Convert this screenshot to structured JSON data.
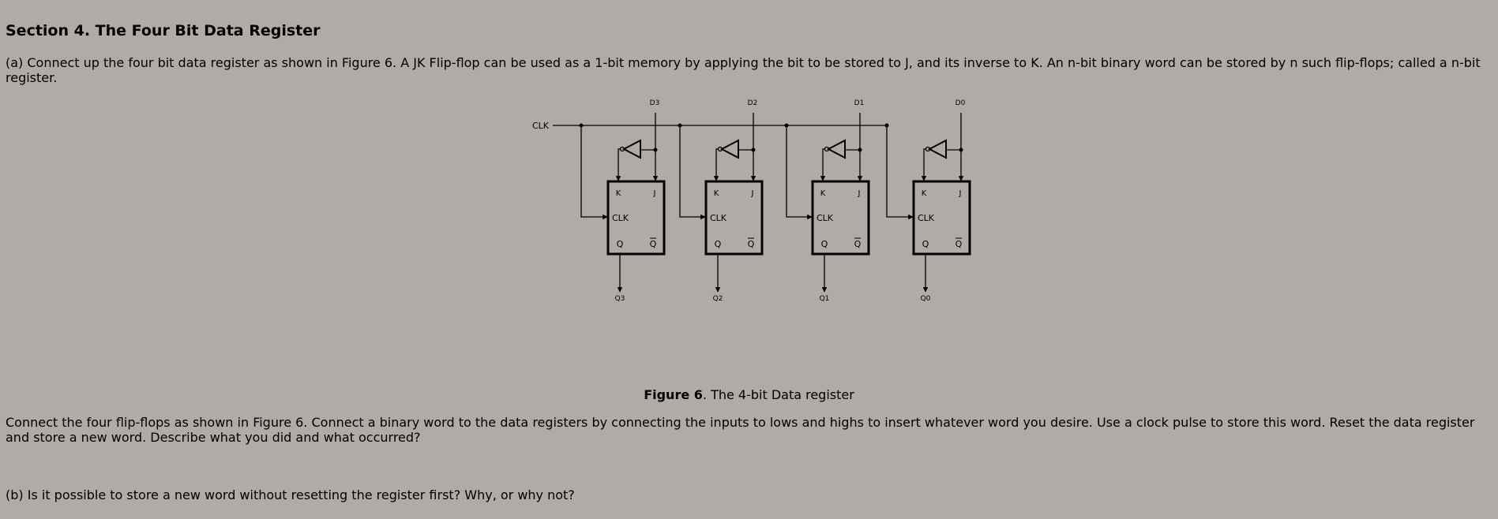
{
  "section_title": "Section 4. The Four Bit Data Register",
  "para_a": "(a) Connect up the four bit data register as shown in Figure 6. A JK Flip-flop can be used as a 1-bit memory by applying the bit to be stored to J, and its inverse to K. An n-bit binary word can be stored by n such flip-flops; called a n-bit register.",
  "figure": {
    "clk_label": "CLK",
    "stages": [
      {
        "data_label": "D3",
        "output_label": "Q3"
      },
      {
        "data_label": "D2",
        "output_label": "Q2"
      },
      {
        "data_label": "D1",
        "output_label": "Q1"
      },
      {
        "data_label": "D0",
        "output_label": "Q0"
      }
    ],
    "ff_pins": {
      "k": "K",
      "j": "J",
      "clk": "CLK",
      "q": "Q",
      "qbar": "Q"
    },
    "caption_bold": "Figure 6",
    "caption_rest": ". The 4-bit Data register"
  },
  "para_connect": "Connect the four flip-flops as shown in Figure 6. Connect a binary word to the data registers by connecting the inputs to lows and highs to insert whatever word you desire. Use a clock pulse to store this word. Reset the data register and store a new word. Describe what you did and what occurred?",
  "para_b": "(b) Is it possible to store a new word without resetting the register first? Why, or why not?"
}
